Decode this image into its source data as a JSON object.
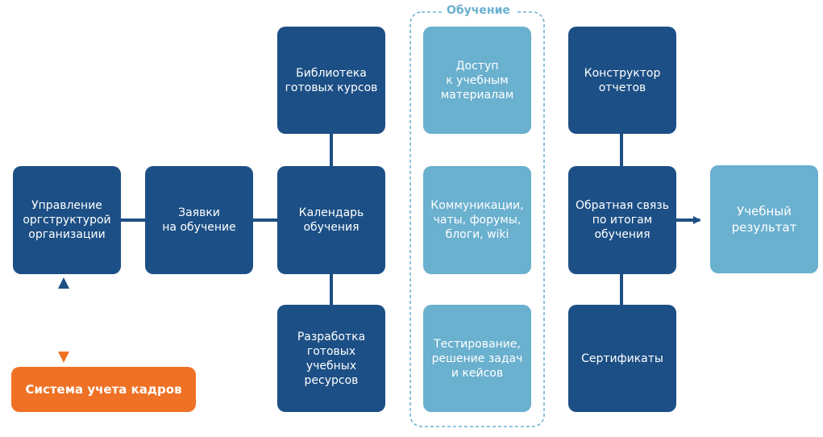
{
  "group": {
    "label": "Обучение"
  },
  "boxes": {
    "org_structure": "Управление\nоргструктурой\nорганизации",
    "requests": "Заявки\nна обучение",
    "library": "Библиотека\nготовых курсов",
    "calendar": "Календарь\nобучения",
    "development": "Разработка\nготовых\nучебных\nресурсов",
    "access": "Доступ\nк учебным\nматериалам",
    "communications": "Коммуникации,\nчаты, форумы,\nблоги, wiki",
    "testing": "Тестирование,\nрешение задач\nи кейсов",
    "report_builder": "Конструктор\nотчетов",
    "feedback": "Обратная связь\nпо итогам\nобучения",
    "certificates": "Сертификаты",
    "result": "Учебный\nрезультат",
    "hr_system": "Система учета кадров"
  },
  "colors": {
    "dark": "#1c4f85",
    "light": "#6ab0cf",
    "orange": "#ef7125"
  }
}
